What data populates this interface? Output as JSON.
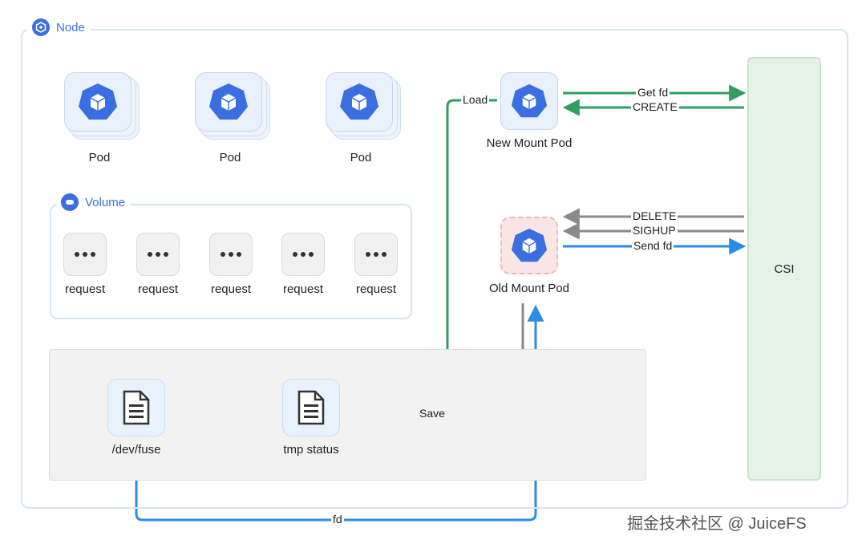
{
  "node": {
    "title": "Node"
  },
  "pods": [
    {
      "label": "Pod"
    },
    {
      "label": "Pod"
    },
    {
      "label": "Pod"
    }
  ],
  "volume": {
    "title": "Volume",
    "requests": [
      {
        "label": "request"
      },
      {
        "label": "request"
      },
      {
        "label": "request"
      },
      {
        "label": "request"
      },
      {
        "label": "request"
      }
    ]
  },
  "new_mount_pod": {
    "label": "New Mount Pod"
  },
  "old_mount_pod": {
    "label": "Old Mount Pod"
  },
  "csi": {
    "label": "CSI"
  },
  "files": {
    "dev_fuse": "/dev/fuse",
    "tmp_status": "tmp status"
  },
  "arrows": {
    "get_fd": "Get fd",
    "create": "CREATE",
    "delete": "DELETE",
    "sighup": "SIGHUP",
    "send_fd": "Send fd",
    "load": "Load",
    "save": "Save",
    "fd": "fd"
  },
  "watermark": "掘金技术社区 @ JuiceFS",
  "colors": {
    "k8s_blue": "#3b6ee0",
    "green": "#2e9e62",
    "gray": "#8a8a8a",
    "blue": "#2b8be6",
    "frame": "#d6e4f5",
    "csi_fill": "#e5f2e7",
    "old_pod_fill": "#fbe6e6"
  }
}
